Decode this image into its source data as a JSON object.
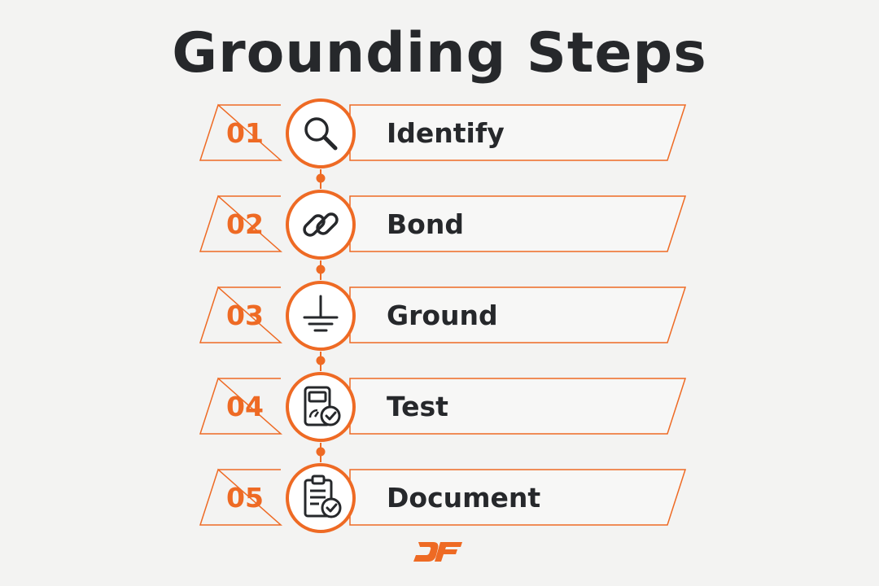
{
  "title": "Grounding Steps",
  "colors": {
    "accent": "#ee6a24",
    "text": "#26282b",
    "background": "#f3f3f2"
  },
  "steps": [
    {
      "number": "01",
      "label": "Identify",
      "icon": "magnifier-icon"
    },
    {
      "number": "02",
      "label": "Bond",
      "icon": "chain-link-icon"
    },
    {
      "number": "03",
      "label": "Ground",
      "icon": "ground-symbol-icon"
    },
    {
      "number": "04",
      "label": "Test",
      "icon": "multimeter-check-icon"
    },
    {
      "number": "05",
      "label": "Document",
      "icon": "clipboard-check-icon"
    }
  ],
  "logo": {
    "text": "DF",
    "icon": "df-logo-icon"
  }
}
